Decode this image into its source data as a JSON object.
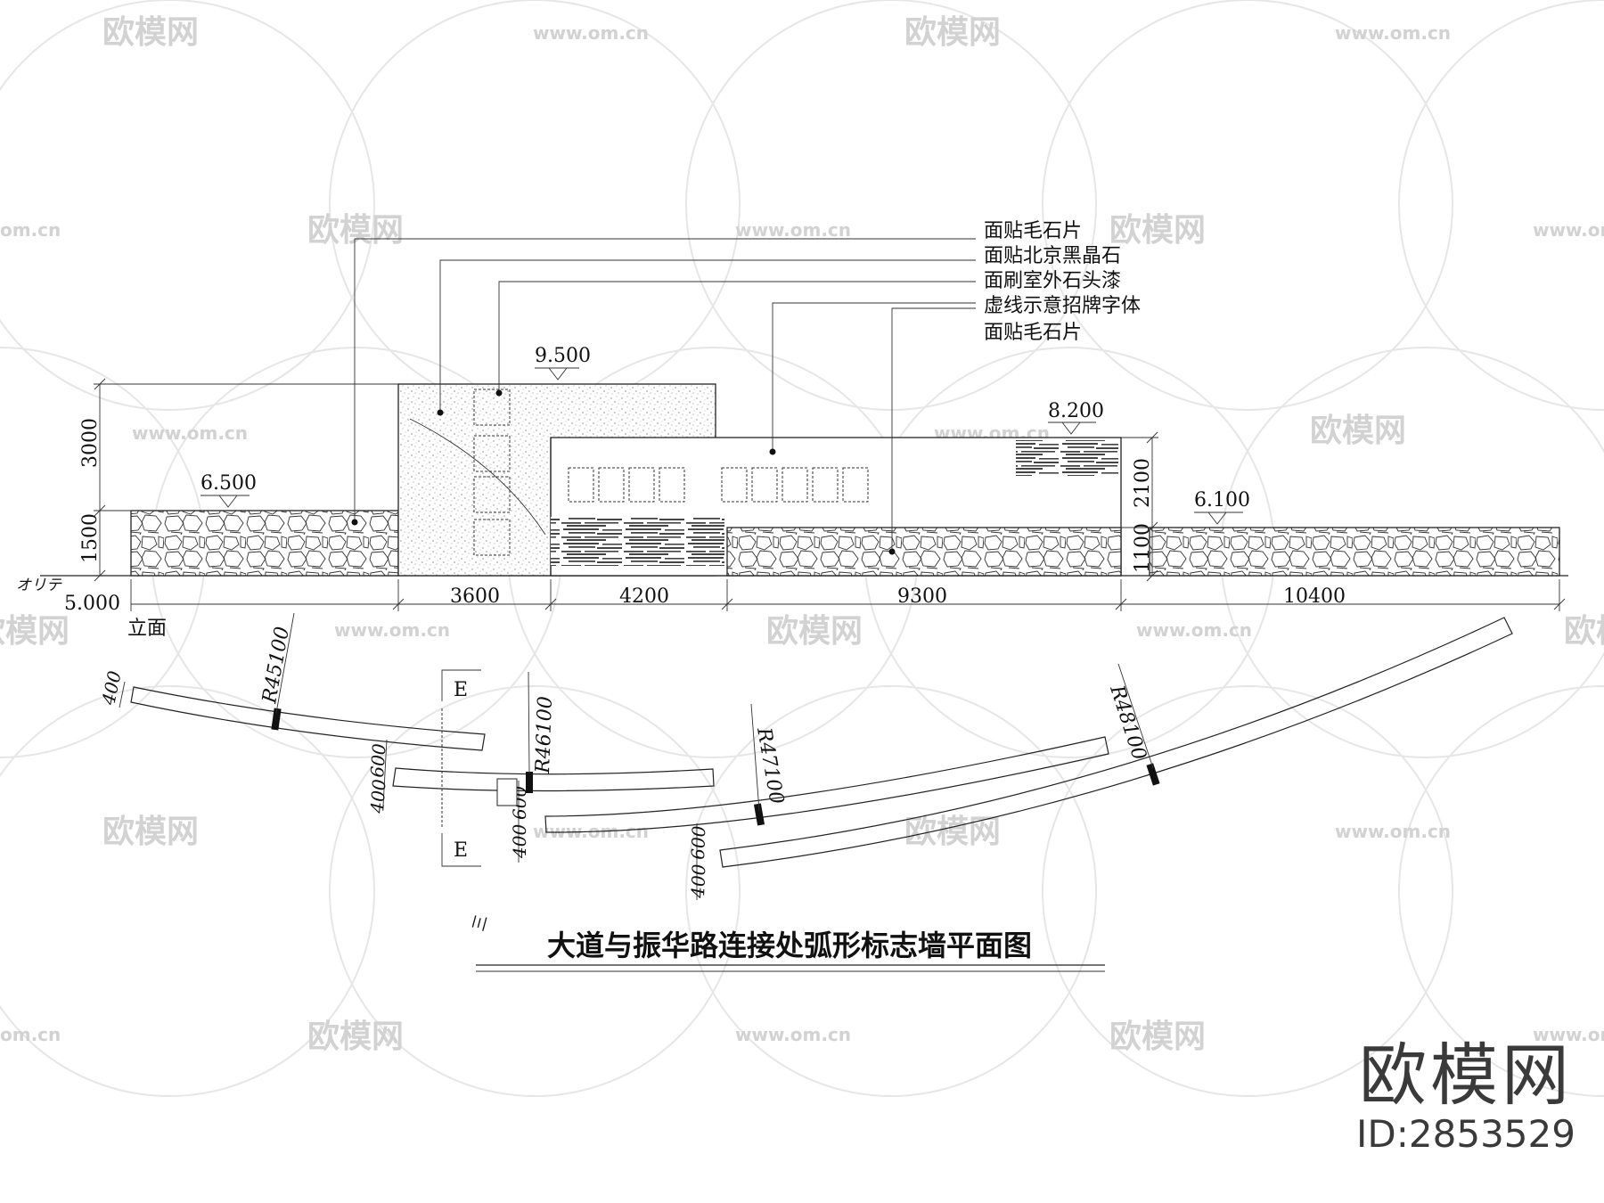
{
  "watermark": {
    "logo_text": "欧模网",
    "site_text": "www.om.cn",
    "site_short": "om.cn"
  },
  "brand": {
    "name": "欧模网",
    "id": "ID:2853529"
  },
  "elevation": {
    "label": "立面",
    "ground_mark": "オリテ",
    "ground_level": "5.000",
    "levels": [
      "9.500",
      "8.200",
      "6.500",
      "6.100"
    ],
    "vertical_dims": [
      "3000",
      "1500",
      "2100",
      "1100"
    ],
    "horizontal_dims": [
      "3600",
      "4200",
      "9300",
      "10400"
    ],
    "notes": [
      "面贴毛石片",
      "面贴北京黑晶石",
      "面刷室外石头漆",
      "虚线示意招牌字体",
      "面贴毛石片"
    ]
  },
  "plan": {
    "title": "大道与振华路连接处弧形标志墙平面图",
    "section_marks": [
      "E",
      "E"
    ],
    "radii": [
      "R45100",
      "R46100",
      "R47100",
      "R48100"
    ],
    "dims": [
      "400",
      "600",
      "400",
      "600",
      "400",
      "600",
      "400"
    ],
    "stair_mark": "三"
  }
}
